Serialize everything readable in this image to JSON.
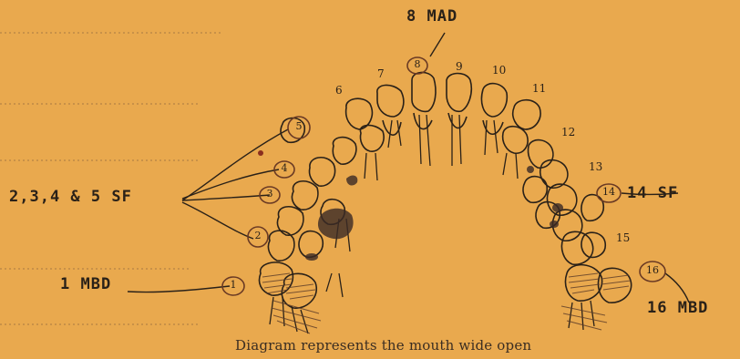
{
  "labels": {
    "top": "8 MAD",
    "left_group": "2,3,4 & 5 SF",
    "left_bottom": "1 MBD",
    "right_mid": "14 SF",
    "right_bottom": "16 MBD"
  },
  "tooth_numbers": [
    "6",
    "7",
    "8",
    "9",
    "10",
    "11",
    "12",
    "13",
    "15"
  ],
  "circled_numbers": [
    "1",
    "2",
    "3",
    "4",
    "5",
    "8",
    "14",
    "16"
  ],
  "caption": "Diagram represents the mouth wide open",
  "colors": {
    "paper": "#e9a94e",
    "ink": "#2a2118",
    "circle_red": "#8a2e1e"
  }
}
